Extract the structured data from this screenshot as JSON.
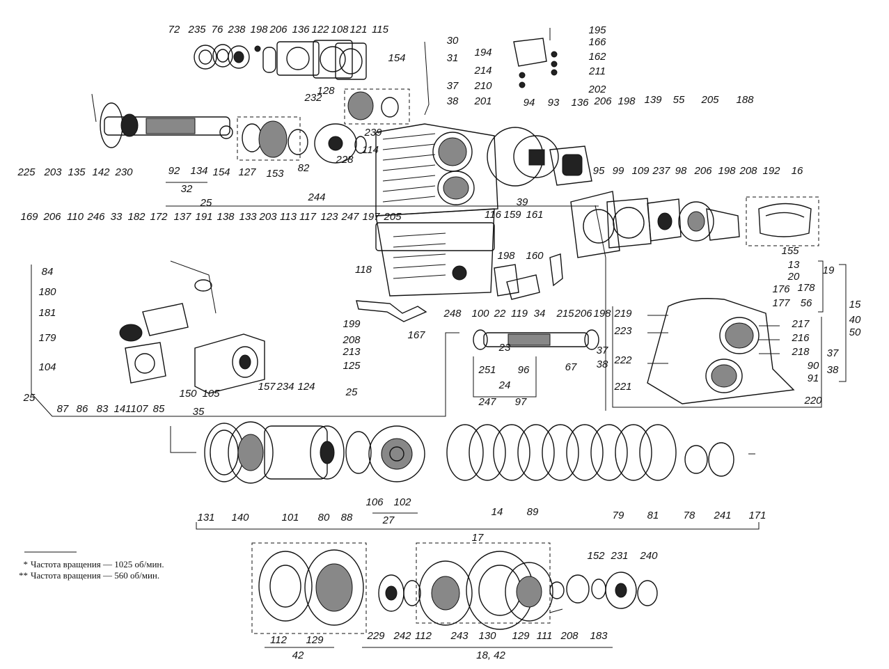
{
  "labels": [
    [
      "72",
      250,
      47
    ],
    [
      "235",
      283,
      47
    ],
    [
      "76",
      312,
      47
    ],
    [
      "238",
      340,
      47
    ],
    [
      "198",
      372,
      47
    ],
    [
      "206",
      400,
      47
    ],
    [
      "136",
      432,
      47
    ],
    [
      "122",
      460,
      47
    ],
    [
      "108",
      488,
      47
    ],
    [
      "121",
      515,
      47
    ],
    [
      "115",
      546,
      47
    ],
    [
      "30",
      650,
      63
    ],
    [
      "31",
      650,
      88
    ],
    [
      "37",
      650,
      128
    ],
    [
      "38",
      650,
      150
    ],
    [
      "154",
      570,
      88
    ],
    [
      "128",
      468,
      135
    ],
    [
      "195",
      858,
      48
    ],
    [
      "166",
      858,
      65
    ],
    [
      "162",
      858,
      86
    ],
    [
      "211",
      858,
      107
    ],
    [
      "202",
      858,
      133
    ],
    [
      "194",
      694,
      80
    ],
    [
      "214",
      694,
      106
    ],
    [
      "210",
      694,
      128
    ],
    [
      "201",
      694,
      150
    ],
    [
      "94",
      760,
      152
    ],
    [
      "93",
      795,
      152
    ],
    [
      "136",
      833,
      152
    ],
    [
      "206",
      866,
      150
    ],
    [
      "198",
      900,
      150
    ],
    [
      "139",
      938,
      148
    ],
    [
      "55",
      975,
      148
    ],
    [
      "205",
      1020,
      148
    ],
    [
      "188",
      1070,
      148
    ],
    [
      "232",
      450,
      145
    ],
    [
      "239",
      536,
      195
    ],
    [
      "114",
      532,
      220
    ],
    [
      "228",
      495,
      234
    ],
    [
      "82",
      436,
      246
    ],
    [
      "244",
      455,
      288
    ],
    [
      "225",
      38,
      252
    ],
    [
      "203",
      76,
      252
    ],
    [
      "135",
      110,
      252
    ],
    [
      "142",
      145,
      252
    ],
    [
      "230",
      178,
      252
    ],
    [
      "92",
      250,
      250
    ],
    [
      "134",
      286,
      250
    ],
    [
      "32",
      268,
      276
    ],
    [
      "154",
      318,
      252
    ],
    [
      "127",
      355,
      252
    ],
    [
      "153",
      395,
      254
    ],
    [
      "95",
      860,
      250
    ],
    [
      "99",
      888,
      250
    ],
    [
      "109",
      920,
      250
    ],
    [
      "237",
      950,
      250
    ],
    [
      "98",
      978,
      250
    ],
    [
      "206",
      1010,
      250
    ],
    [
      "198",
      1044,
      250
    ],
    [
      "208",
      1075,
      250
    ],
    [
      "192",
      1108,
      250
    ],
    [
      "16",
      1145,
      250
    ],
    [
      "39",
      750,
      295
    ],
    [
      "25",
      296,
      296
    ],
    [
      "116",
      708,
      313
    ],
    [
      "159",
      736,
      313
    ],
    [
      "161",
      768,
      313
    ],
    [
      "169",
      42,
      316
    ],
    [
      "206",
      75,
      316
    ],
    [
      "110",
      108,
      316
    ],
    [
      "246",
      138,
      316
    ],
    [
      "33",
      167,
      316
    ],
    [
      "182",
      196,
      316
    ],
    [
      "172",
      228,
      316
    ],
    [
      "137",
      262,
      316
    ],
    [
      "191",
      293,
      316
    ],
    [
      "138",
      324,
      316
    ],
    [
      "133",
      356,
      316
    ],
    [
      "203",
      385,
      316
    ],
    [
      "113",
      414,
      316
    ],
    [
      "117",
      442,
      316
    ],
    [
      "123",
      473,
      316
    ],
    [
      "247",
      503,
      316
    ],
    [
      "197",
      533,
      316
    ],
    [
      "205",
      564,
      316
    ],
    [
      "155",
      1135,
      365
    ],
    [
      "13",
      1140,
      385
    ],
    [
      "20",
      1140,
      402
    ],
    [
      "178",
      1158,
      418
    ],
    [
      "176",
      1122,
      420
    ],
    [
      "177",
      1122,
      440
    ],
    [
      "56",
      1158,
      440
    ],
    [
      "19",
      1190,
      393
    ],
    [
      "118",
      522,
      392
    ],
    [
      "198",
      727,
      372
    ],
    [
      "160",
      768,
      372
    ],
    [
      "84",
      68,
      395
    ],
    [
      "180",
      68,
      424
    ],
    [
      "181",
      68,
      454
    ],
    [
      "179",
      68,
      490
    ],
    [
      "104",
      68,
      532
    ],
    [
      "22",
      718,
      455
    ],
    [
      "119",
      746,
      455
    ],
    [
      "34",
      775,
      455
    ],
    [
      "215",
      812,
      455
    ],
    [
      "206",
      838,
      455
    ],
    [
      "198",
      865,
      455
    ],
    [
      "248",
      650,
      455
    ],
    [
      "100",
      690,
      455
    ],
    [
      "219",
      895,
      455
    ],
    [
      "217",
      1150,
      470
    ],
    [
      "223",
      895,
      480
    ],
    [
      "216",
      1150,
      490
    ],
    [
      "218",
      1150,
      510
    ],
    [
      "15",
      1228,
      442
    ],
    [
      "40",
      1228,
      464
    ],
    [
      "50",
      1228,
      482
    ],
    [
      "199",
      505,
      470
    ],
    [
      "208",
      505,
      493
    ],
    [
      "213",
      505,
      510
    ],
    [
      "125",
      505,
      530
    ],
    [
      "167",
      598,
      486
    ],
    [
      "23",
      725,
      504
    ],
    [
      "37",
      865,
      508
    ],
    [
      "38",
      865,
      528
    ],
    [
      "67",
      820,
      532
    ],
    [
      "222",
      895,
      522
    ],
    [
      "90",
      1168,
      530
    ],
    [
      "91",
      1168,
      548
    ],
    [
      "37",
      1196,
      512
    ],
    [
      "38",
      1196,
      536
    ],
    [
      "87",
      90,
      592
    ],
    [
      "86",
      118,
      592
    ],
    [
      "83",
      147,
      592
    ],
    [
      "141",
      176,
      592
    ],
    [
      "107",
      200,
      592
    ],
    [
      "85",
      228,
      592
    ],
    [
      "150",
      270,
      570
    ],
    [
      "105",
      303,
      570
    ],
    [
      "35",
      285,
      596
    ],
    [
      "157",
      383,
      560
    ],
    [
      "234",
      410,
      560
    ],
    [
      "124",
      440,
      560
    ],
    [
      "25",
      505,
      568
    ],
    [
      "25",
      42,
      576
    ],
    [
      "251",
      700,
      536
    ],
    [
      "96",
      752,
      536
    ],
    [
      "24",
      725,
      558
    ],
    [
      "247",
      700,
      582
    ],
    [
      "97",
      748,
      582
    ],
    [
      "221",
      895,
      560
    ],
    [
      "220",
      1168,
      580
    ],
    [
      "131",
      296,
      748
    ],
    [
      "140",
      345,
      748
    ],
    [
      "101",
      417,
      748
    ],
    [
      "80",
      465,
      748
    ],
    [
      "88",
      498,
      748
    ],
    [
      "106",
      538,
      726
    ],
    [
      "102",
      578,
      726
    ],
    [
      "27",
      558,
      752
    ],
    [
      "14",
      714,
      740
    ],
    [
      "89",
      765,
      740
    ],
    [
      "79",
      888,
      745
    ],
    [
      "81",
      938,
      745
    ],
    [
      "78",
      990,
      745
    ],
    [
      "241",
      1038,
      745
    ],
    [
      "171",
      1088,
      745
    ],
    [
      "17",
      686,
      777
    ],
    [
      "152",
      856,
      803
    ],
    [
      "231",
      890,
      803
    ],
    [
      "240",
      932,
      803
    ],
    [
      "112",
      400,
      924
    ],
    [
      "129",
      452,
      924
    ],
    [
      "42",
      428,
      946
    ],
    [
      "229",
      540,
      918
    ],
    [
      "242",
      578,
      918
    ],
    [
      "112",
      608,
      918
    ],
    [
      "243",
      660,
      918
    ],
    [
      "130",
      700,
      918
    ],
    [
      "129",
      748,
      918
    ],
    [
      "111",
      782,
      918
    ],
    [
      "208",
      818,
      918
    ],
    [
      "183",
      860,
      918
    ],
    [
      "18, 42",
      705,
      946
    ]
  ],
  "legend": [
    {
      "mark": "*",
      "text": "Частота вращения — 1025 об/мин."
    },
    {
      "mark": "**",
      "text": "Частота вращения — 560 об/мин."
    }
  ]
}
